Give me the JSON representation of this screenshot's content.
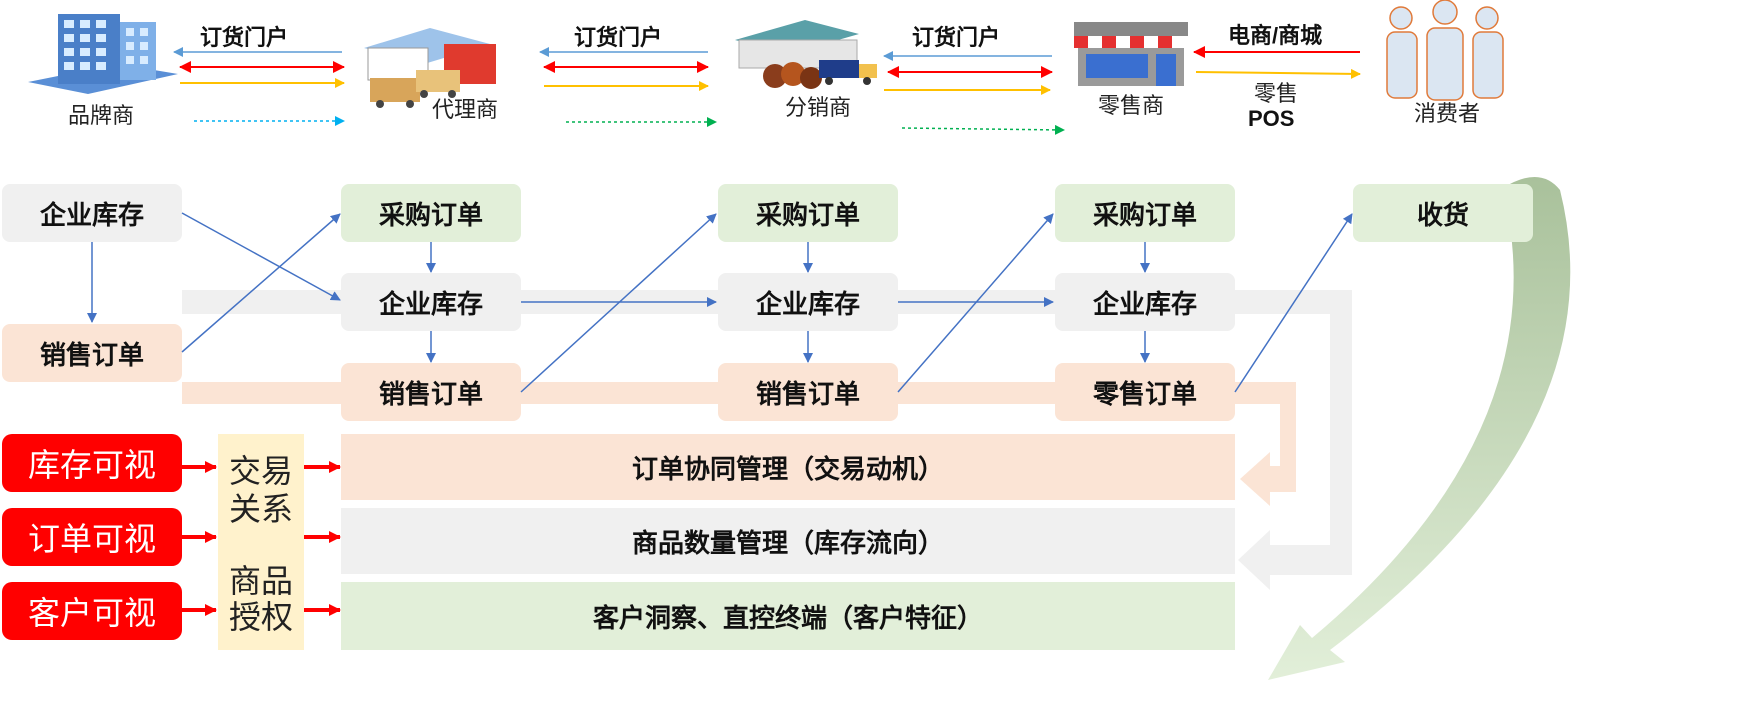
{
  "entities": {
    "brand": "品牌商",
    "agent": "代理商",
    "distributor": "分销商",
    "retailer": "零售商",
    "consumer": "消费者"
  },
  "flow_labels": {
    "portal_1": "订货门户",
    "portal_2": "订货门户",
    "portal_3": "订货门户",
    "ecommerce": "电商/商城",
    "retail": "零售",
    "pos": "POS"
  },
  "boxes": {
    "brand_inventory": "企业库存",
    "brand_sales_order": "销售订单",
    "agent_purchase": "采购订单",
    "agent_inventory": "企业库存",
    "agent_sales": "销售订单",
    "dist_purchase": "采购订单",
    "dist_inventory": "企业库存",
    "dist_sales": "销售订单",
    "retail_purchase": "采购订单",
    "retail_inventory": "企业库存",
    "retail_order": "零售订单",
    "receive": "收货"
  },
  "visibility": {
    "inventory": "库存可视",
    "order": "订单可视",
    "customer": "客户可视"
  },
  "middle": {
    "line1": "交易",
    "line2": "关系",
    "line3": "商品",
    "line4": "授权"
  },
  "bands": {
    "order_mgmt": "订单协同管理（交易动机）",
    "quantity_mgmt": "商品数量管理（库存流向）",
    "customer_insight": "客户洞察、直控终端（客户特征）"
  },
  "colors": {
    "red": "#ff0000",
    "blue_arrow": "#4472c4",
    "yellow_arrow": "#ffc000",
    "green_arrow": "#00b050",
    "cyan_arrow": "#00b0f0",
    "gray_box": "#f0f0f0",
    "green_box": "#e2efd9",
    "peach_box": "#fbe4d5",
    "yellow_col": "#fff2cc"
  }
}
